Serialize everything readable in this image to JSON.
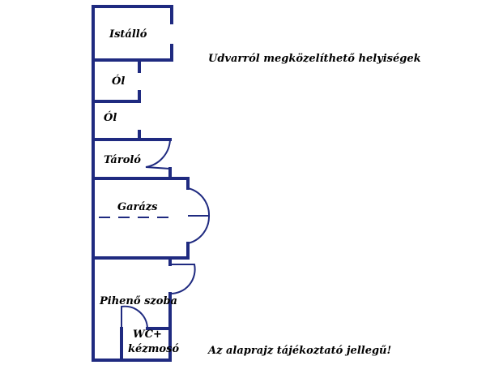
{
  "colors": {
    "wall": "#1f2a80",
    "door": "#1f2a80",
    "text": "#000000",
    "background": "#ffffff"
  },
  "rooms": {
    "istallo": "Istálló",
    "ol_1": "Ól",
    "ol_2": "Ól",
    "tarolo": "Tároló",
    "garazs": "Garázs",
    "piheno_szoba": "Pihenő szoba",
    "wc_line1": "WC+",
    "wc_line2": "kézmosó"
  },
  "notes": {
    "courtyard": "Udvarról megközelíthető helyiségek",
    "disclaimer": "Az alaprajz tájékoztató jellegű!"
  }
}
